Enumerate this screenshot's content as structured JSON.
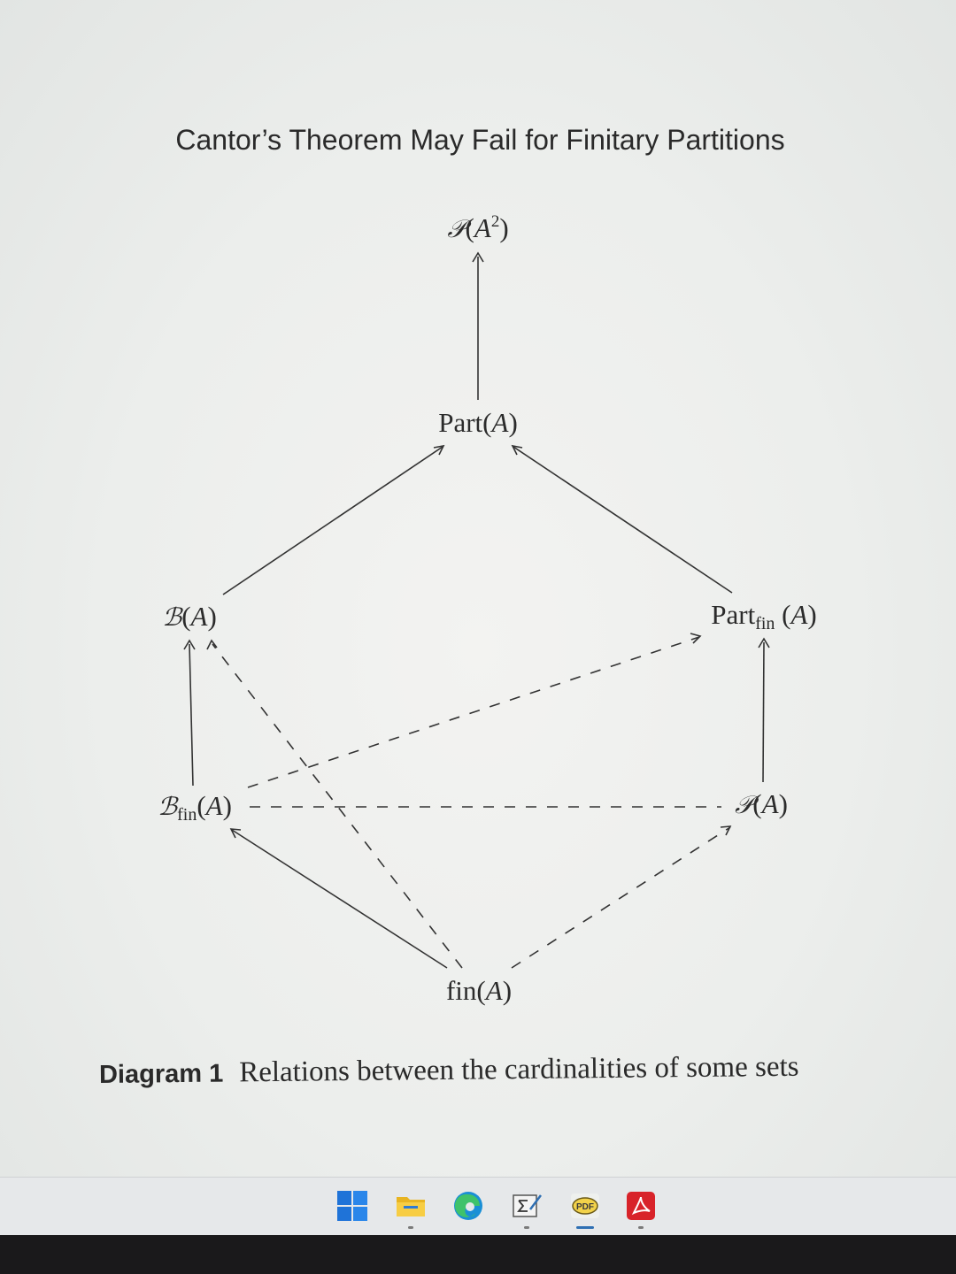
{
  "document": {
    "title": "Cantor’s Theorem May Fail for Finitary Partitions",
    "caption_label": "Diagram 1",
    "caption_text": "Relations between the cardinalities of some sets"
  },
  "diagram": {
    "nodes": [
      {
        "id": "powerset-A2",
        "label": "𝒫(A²)"
      },
      {
        "id": "part-A",
        "label": "Part(A)"
      },
      {
        "id": "B-A",
        "label": "ℬ(A)"
      },
      {
        "id": "partfin-A",
        "label": "Partfin(A)"
      },
      {
        "id": "Bfin-A",
        "label": "ℬfin(A)"
      },
      {
        "id": "powerset-A",
        "label": "𝒫(A)"
      },
      {
        "id": "fin-A",
        "label": "fin(A)"
      }
    ],
    "edges": [
      {
        "from": "part-A",
        "to": "powerset-A2",
        "style": "solid"
      },
      {
        "from": "B-A",
        "to": "part-A",
        "style": "solid"
      },
      {
        "from": "partfin-A",
        "to": "part-A",
        "style": "solid"
      },
      {
        "from": "Bfin-A",
        "to": "B-A",
        "style": "solid"
      },
      {
        "from": "powerset-A",
        "to": "partfin-A",
        "style": "solid"
      },
      {
        "from": "fin-A",
        "to": "Bfin-A",
        "style": "solid"
      },
      {
        "from": "fin-A",
        "to": "B-A",
        "style": "dashed"
      },
      {
        "from": "Bfin-A",
        "to": "partfin-A",
        "style": "dashed"
      },
      {
        "from": "fin-A",
        "to": "powerset-A",
        "style": "dashed"
      },
      {
        "from": "Bfin-A",
        "to": "powerset-A",
        "style": "dashed-no-arrow"
      }
    ]
  },
  "taskbar": {
    "icons": [
      "windows-start-icon",
      "file-explorer-icon",
      "edge-browser-icon",
      "formula-editor-icon",
      "pdf-tool-icon",
      "acrobat-reader-icon"
    ]
  }
}
